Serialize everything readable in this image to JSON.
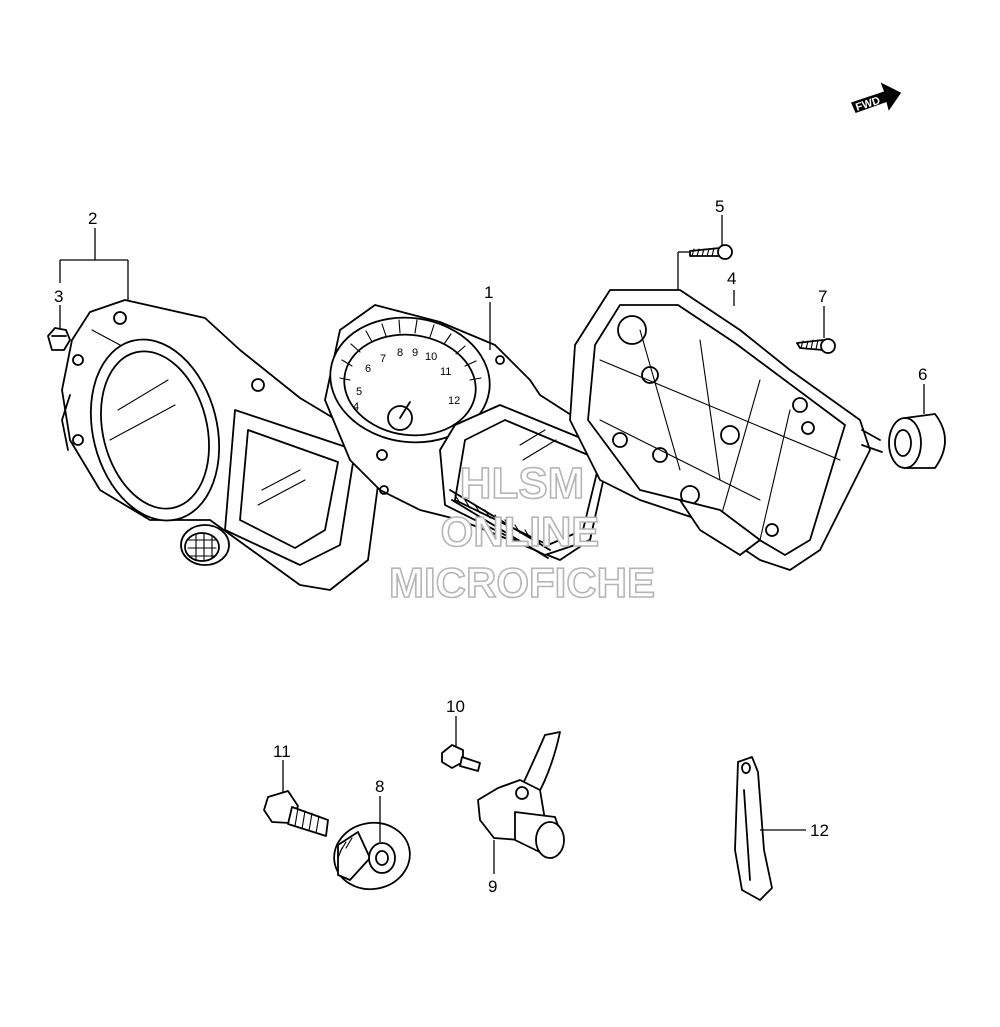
{
  "diagram": {
    "direction_badge": {
      "label": "FWD",
      "icon": "forward-arrow-icon"
    },
    "callouts": [
      {
        "id": "1",
        "label": "1"
      },
      {
        "id": "2",
        "label": "2"
      },
      {
        "id": "3",
        "label": "3"
      },
      {
        "id": "4",
        "label": "4"
      },
      {
        "id": "5",
        "label": "5"
      },
      {
        "id": "6",
        "label": "6"
      },
      {
        "id": "7",
        "label": "7"
      },
      {
        "id": "8",
        "label": "8"
      },
      {
        "id": "9",
        "label": "9"
      },
      {
        "id": "10",
        "label": "10"
      },
      {
        "id": "11",
        "label": "11"
      },
      {
        "id": "12",
        "label": "12"
      }
    ],
    "tachometer_scale": [
      "4",
      "5",
      "6",
      "7",
      "8",
      "9",
      "10",
      "11",
      "12"
    ],
    "watermark": {
      "line1": "HLSM",
      "line2": "ONLINE",
      "line3": "MICROFICHE"
    }
  }
}
